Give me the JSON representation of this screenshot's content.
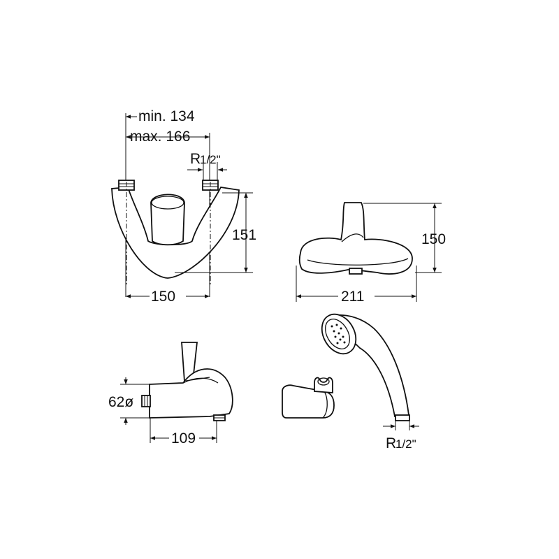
{
  "labels": {
    "min_spacing": "min. 134",
    "max_spacing": "max. 166",
    "thread_top": "R",
    "thread_top_fraction": "1/2\"",
    "front_height": "151",
    "front_width": "150",
    "rear_height": "150",
    "rear_width": "211",
    "side_diameter": "62ø",
    "side_depth": "109",
    "thread_bottom": "R",
    "thread_bottom_fraction": "1/2\""
  }
}
